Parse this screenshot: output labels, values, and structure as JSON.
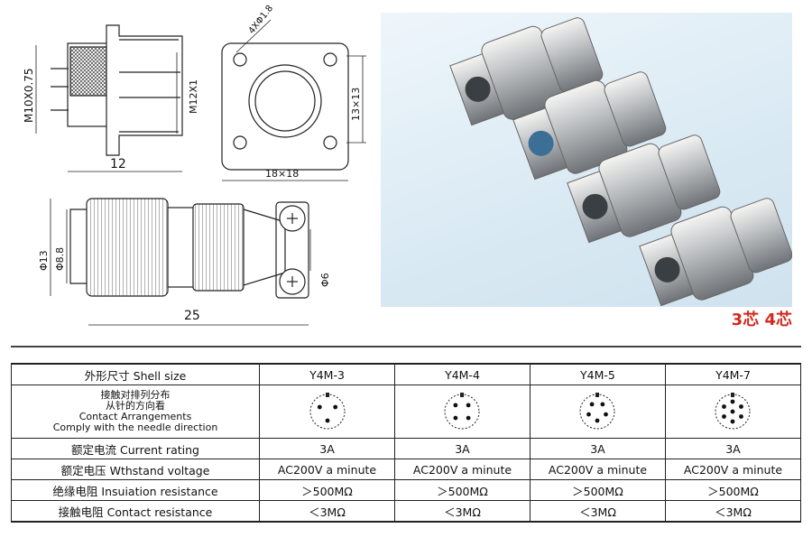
{
  "drawings": {
    "thread_label": "M10X0.75",
    "thread2_label": "M12X1",
    "length_label": "12",
    "holes_label": "4XΦ1.8",
    "flange_label": "18×18",
    "side_label": "13×13",
    "dia_outer_label": "Φ13",
    "dia_inner_label": "Φ8.8",
    "cable_label": "Φ6",
    "plug_length_label": "25"
  },
  "photo": {
    "caption": "3芯  4芯"
  },
  "table": {
    "header": {
      "label": "外形尺寸 Shell size",
      "models": [
        "Y4M-3",
        "Y4M-4",
        "Y4M-5",
        "Y4M-7"
      ]
    },
    "contact": {
      "label_lines": [
        "接触对排列分布",
        "从针的方向看",
        "Contact Arrangements",
        "Comply with the needle direction"
      ],
      "pins": [
        3,
        4,
        5,
        7
      ]
    },
    "rows": [
      {
        "label": "额定电流 Current rating",
        "values": [
          "3A",
          "3A",
          "3A",
          "3A"
        ]
      },
      {
        "label": "额定电压 Wthstand voltage",
        "values": [
          "AC200V a minute",
          "AC200V a minute",
          "AC200V a minute",
          "AC200V a minute"
        ]
      },
      {
        "label": "绝缘电阻 Insuiation resistance",
        "values": [
          "＞500MΩ",
          "＞500MΩ",
          "＞500MΩ",
          "＞500MΩ"
        ]
      },
      {
        "label": "接触电阻 Contact resistance",
        "values": [
          "＜3MΩ",
          "＜3MΩ",
          "＜3MΩ",
          "＜3MΩ"
        ]
      }
    ]
  }
}
